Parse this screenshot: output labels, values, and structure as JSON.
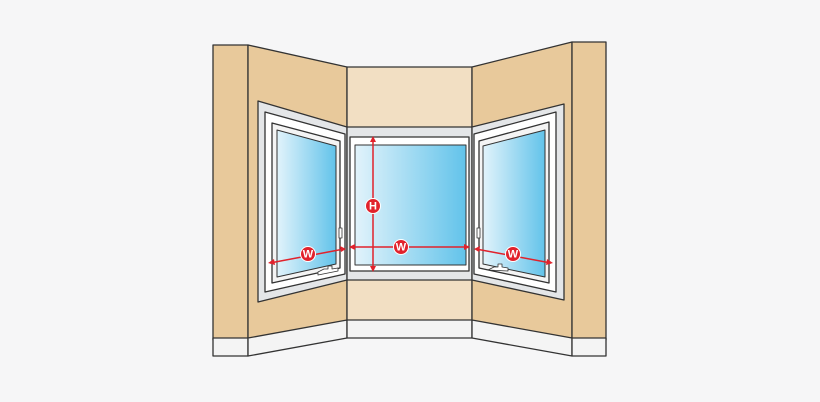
{
  "diagram": {
    "markers": {
      "height": "H",
      "width_left": "W",
      "width_center": "W",
      "width_right": "W"
    },
    "colors": {
      "wall_side": "#e8c99b",
      "wall_center": "#f2dfc3",
      "frame": "#e4e6e8",
      "glass_light": "#dff1fb",
      "glass_dark": "#66c4ea",
      "measure": "#e1222c",
      "outline": "#333333"
    }
  }
}
